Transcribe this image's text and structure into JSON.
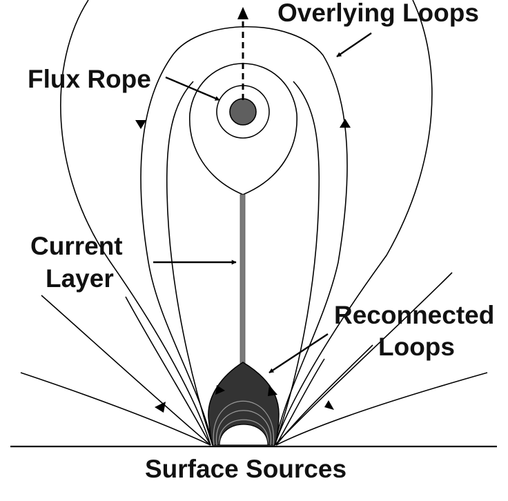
{
  "labels": {
    "overlying_loops": "Overlying Loops",
    "flux_rope": "Flux Rope",
    "current_layer_line1": "Current",
    "current_layer_line2": "Layer",
    "reconnected_loops_line1": "Reconnected",
    "reconnected_loops_line2": "Loops",
    "surface_sources": "Surface Sources"
  },
  "colors": {
    "line": "#000000",
    "flux_rope_fill": "#5f5f5f",
    "current_layer": "#7a7a7a",
    "reconnected_fill": "#333333",
    "text": "#111111"
  }
}
